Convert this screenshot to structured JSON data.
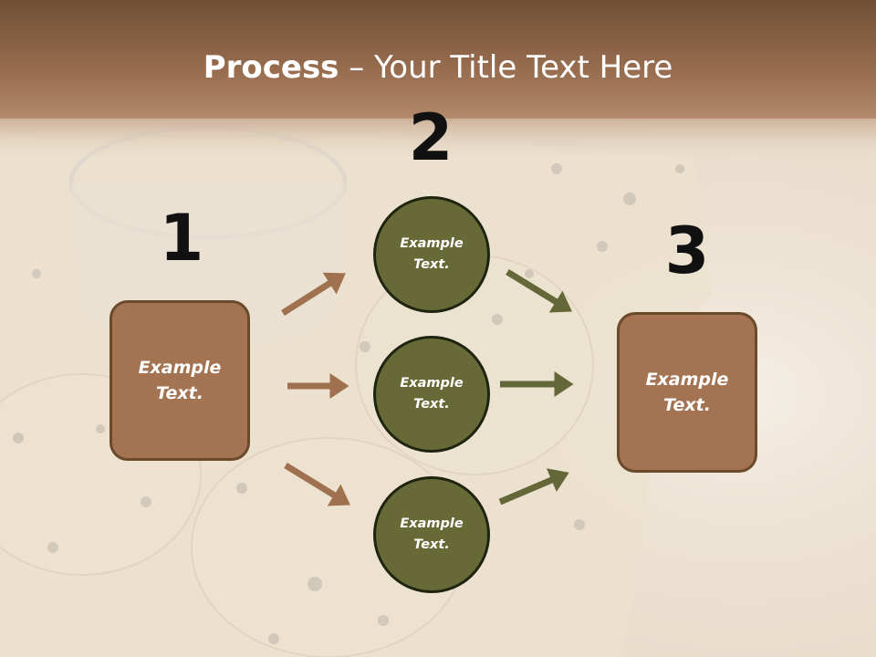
{
  "slide": {
    "title_bold": "Process",
    "title_rest": " – Your Title Text Here"
  },
  "steps": {
    "one": "1",
    "two": "2",
    "three": "3"
  },
  "nodes": {
    "left_box": "Example\nText.",
    "circle_top": "Example\nText.",
    "circle_middle": "Example\nText.",
    "circle_bottom": "Example\nText.",
    "right_box": "Example\nText."
  },
  "colors": {
    "brown_box": "#a37352",
    "brown_border": "#6b4a2c",
    "olive_circle": "#676a36",
    "brown_arrow": "#a0714f",
    "olive_arrow": "#646838"
  }
}
